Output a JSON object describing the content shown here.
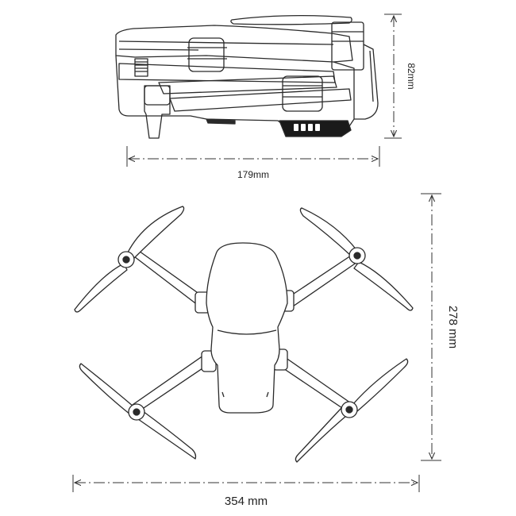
{
  "dimensions": {
    "folded_length": "179mm",
    "folded_height": "82mm",
    "unfolded_length": "278 mm",
    "unfolded_width": "354 mm"
  },
  "colors": {
    "line": "#2a2a2a",
    "dim": "#333333",
    "fill": "#ffffff",
    "dark": "#1a1a1a"
  }
}
